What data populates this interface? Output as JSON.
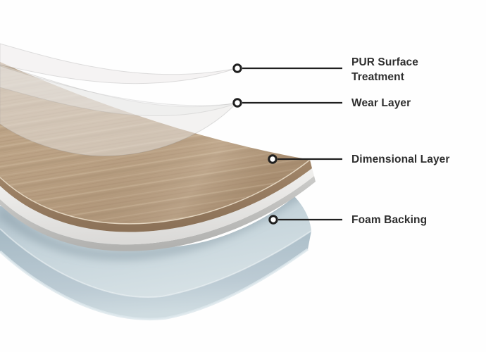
{
  "diagram": {
    "type": "product-layer-diagram",
    "subject": "flooring plank cross-section",
    "layers": [
      {
        "id": "pur-surface-treatment",
        "label": "PUR Surface Treatment"
      },
      {
        "id": "wear-layer",
        "label": "Wear Layer"
      },
      {
        "id": "dimensional-layer",
        "label": "Dimensional Layer"
      },
      {
        "id": "foam-backing",
        "label": "Foam Backing"
      }
    ]
  },
  "colors": {
    "background": "#fefefe",
    "label_text": "#2e2e2e",
    "callout_line": "#1f1f1f",
    "marker_fill": "#ffffff",
    "wood_light": "#cdb69b",
    "wood_dark": "#a58b6e",
    "wood_edge_brown": "#9b8065",
    "underlay_white": "#f2f1ef",
    "underlay_gray": "#c0c0be",
    "foam_top": "#ccd9df",
    "foam_front": "#b2c4ce",
    "sheet_gray": "#e9e7e6"
  }
}
